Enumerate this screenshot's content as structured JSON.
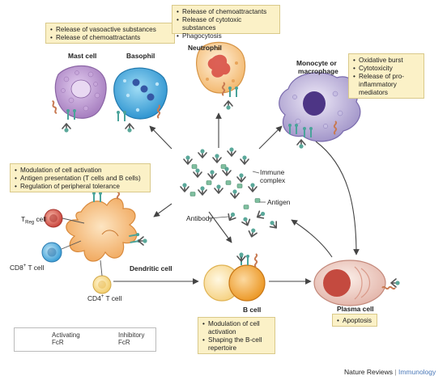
{
  "boxes": {
    "mast_basophil": [
      "Release of vasoactive substances",
      "Release of chemoattractants"
    ],
    "neutrophil": [
      "Release of chemoattractants",
      "Release of cytotoxic substances",
      "Phagocytosis"
    ],
    "macrophage": [
      "Oxidative burst",
      "Cytotoxicity",
      "Release of pro-inflammatory mediators"
    ],
    "dendritic": [
      "Modulation of cell activation",
      "Antigen presentation (T cells and B cells)",
      "Regulation of peripheral tolerance"
    ],
    "bcell": [
      "Modulation of cell activation",
      "Shaping the B-cell repertoire"
    ],
    "plasma": [
      "Apoptosis"
    ]
  },
  "cells": {
    "mast": "Mast cell",
    "basophil": "Basophil",
    "neutrophil": "Neutrophil",
    "monocyte_line1": "Monocyte or",
    "monocyte_line2": "macrophage",
    "dendritic": "Dendritic cell",
    "treg_main": "T",
    "treg_sub": "Reg",
    "treg_suffix": " cell",
    "cd8_main": "CD8",
    "cd8_sup": "+",
    "cd8_suffix": " T cell",
    "cd4_main": "CD4",
    "cd4_sup": "+",
    "cd4_suffix": " T cell",
    "bcell": "B cell",
    "plasma": "Plasma cell"
  },
  "labels": {
    "immune_line1": "Immune",
    "immune_line2": "complex",
    "antigen": "Antigen",
    "antibody": "Antibody"
  },
  "legend": {
    "activating_line1": "Activating",
    "activating_line2": "FcR",
    "inhibitory_line1": "Inhibitory",
    "inhibitory_line2": "FcR"
  },
  "credit": {
    "journal": "Nature Reviews",
    "separator": "|",
    "subject": "Immunology"
  },
  "colors": {
    "mast": "#b48cc8",
    "basophil": "#48a8dc",
    "neutrophil": "#f6c68a",
    "macrophage": "#9c8cc8",
    "dendritic": "#f2b36a",
    "treg": "#d8554c",
    "cd8": "#52a8d8",
    "cd4": "#f5d27a",
    "bcell": "#f3a33c",
    "plasma": "#c44a3f",
    "activating_fcr": "#4aa39a",
    "inhibitory_fcr": "#c87a52",
    "box_fill": "#fbf1c7"
  }
}
